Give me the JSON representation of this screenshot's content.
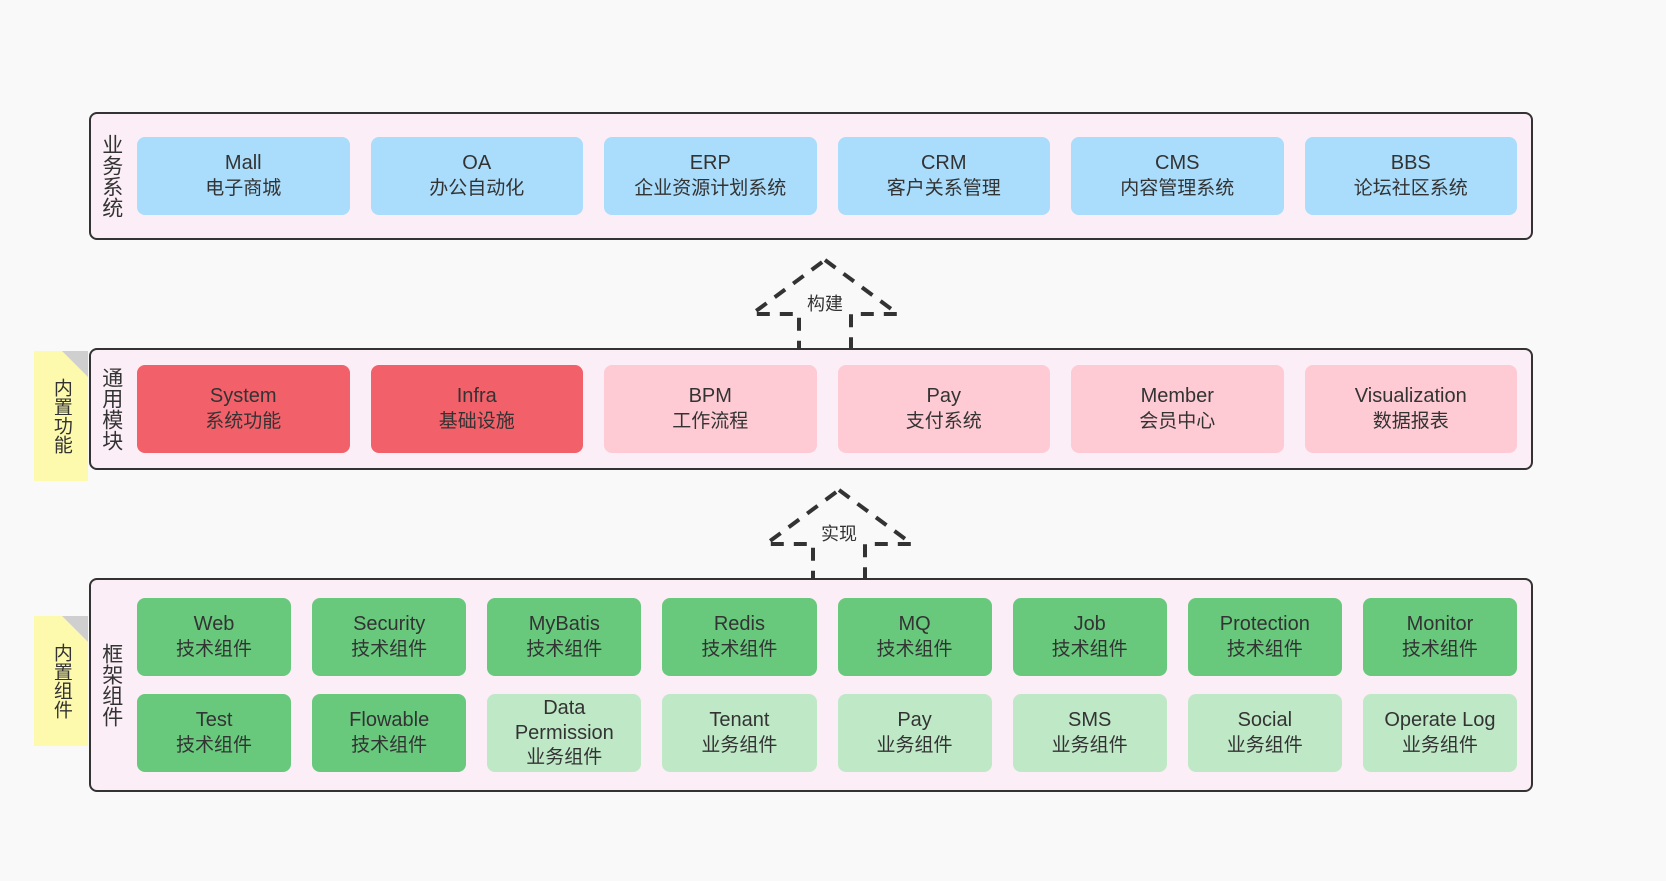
{
  "layers": {
    "business": {
      "title": "业务系统",
      "items": [
        {
          "en": "Mall",
          "cn": "电子商城"
        },
        {
          "en": "OA",
          "cn": "办公自动化"
        },
        {
          "en": "ERP",
          "cn": "企业资源计划系统"
        },
        {
          "en": "CRM",
          "cn": "客户关系管理"
        },
        {
          "en": "CMS",
          "cn": "内容管理系统"
        },
        {
          "en": "BBS",
          "cn": "论坛社区系统"
        }
      ]
    },
    "common": {
      "title": "通用模块",
      "note": "内置功能",
      "items": [
        {
          "en": "System",
          "cn": "系统功能",
          "style": "red"
        },
        {
          "en": "Infra",
          "cn": "基础设施",
          "style": "red"
        },
        {
          "en": "BPM",
          "cn": "工作流程",
          "style": "pink"
        },
        {
          "en": "Pay",
          "cn": "支付系统",
          "style": "pink"
        },
        {
          "en": "Member",
          "cn": "会员中心",
          "style": "pink"
        },
        {
          "en": "Visualization",
          "cn": "数据报表",
          "style": "pink"
        }
      ]
    },
    "framework": {
      "title": "框架组件",
      "note": "内置组件",
      "row1": [
        {
          "en": "Web",
          "cn": "技术组件",
          "style": "green"
        },
        {
          "en": "Security",
          "cn": "技术组件",
          "style": "green"
        },
        {
          "en": "MyBatis",
          "cn": "技术组件",
          "style": "green"
        },
        {
          "en": "Redis",
          "cn": "技术组件",
          "style": "green"
        },
        {
          "en": "MQ",
          "cn": "技术组件",
          "style": "green"
        },
        {
          "en": "Job",
          "cn": "技术组件",
          "style": "green"
        },
        {
          "en": "Protection",
          "cn": "技术组件",
          "style": "green"
        },
        {
          "en": "Monitor",
          "cn": "技术组件",
          "style": "green"
        }
      ],
      "row2": [
        {
          "en": "Test",
          "cn": "技术组件",
          "style": "green"
        },
        {
          "en": "Flowable",
          "cn": "技术组件",
          "style": "green"
        },
        {
          "en": "Data Permission",
          "cn": "业务组件",
          "style": "lgreen"
        },
        {
          "en": "Tenant",
          "cn": "业务组件",
          "style": "lgreen"
        },
        {
          "en": "Pay",
          "cn": "业务组件",
          "style": "lgreen"
        },
        {
          "en": "SMS",
          "cn": "业务组件",
          "style": "lgreen"
        },
        {
          "en": "Social",
          "cn": "业务组件",
          "style": "lgreen"
        },
        {
          "en": "Operate Log",
          "cn": "业务组件",
          "style": "lgreen"
        }
      ]
    }
  },
  "connectors": {
    "build": "构建",
    "implement": "实现"
  },
  "colors": {
    "band_background": "#fbeef6",
    "band_border": "#333333",
    "business_card": "#aadcfb",
    "module_strong": "#f2606a",
    "module_light": "#fecbd4",
    "component_tech": "#68c97d",
    "component_business": "#bfe8c7",
    "note": "#fdfaae",
    "page_background": "#f9f9f9"
  }
}
